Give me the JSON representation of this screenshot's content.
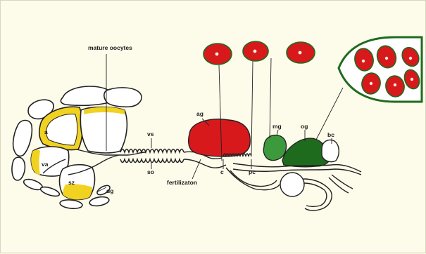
{
  "labels": {
    "mature_oocytes": "mature oocytes",
    "a": "a",
    "va": "va",
    "sz": "sz",
    "dg": "dg",
    "vs": "vs",
    "so": "so",
    "ag": "ag",
    "c": "c",
    "fertilization": "fertilizaton",
    "pc": "pc",
    "mg": "mg",
    "og": "og",
    "bc": "bc"
  },
  "colors": {
    "background": "#fdfbea",
    "red_gland": "#d7191c",
    "green_gland": "#1e6b1e",
    "light_green_gland": "#3c9a3c",
    "yellow_tissue": "#f2d220",
    "outline": "#222222",
    "egg_yolk": "#f3f0d8"
  }
}
